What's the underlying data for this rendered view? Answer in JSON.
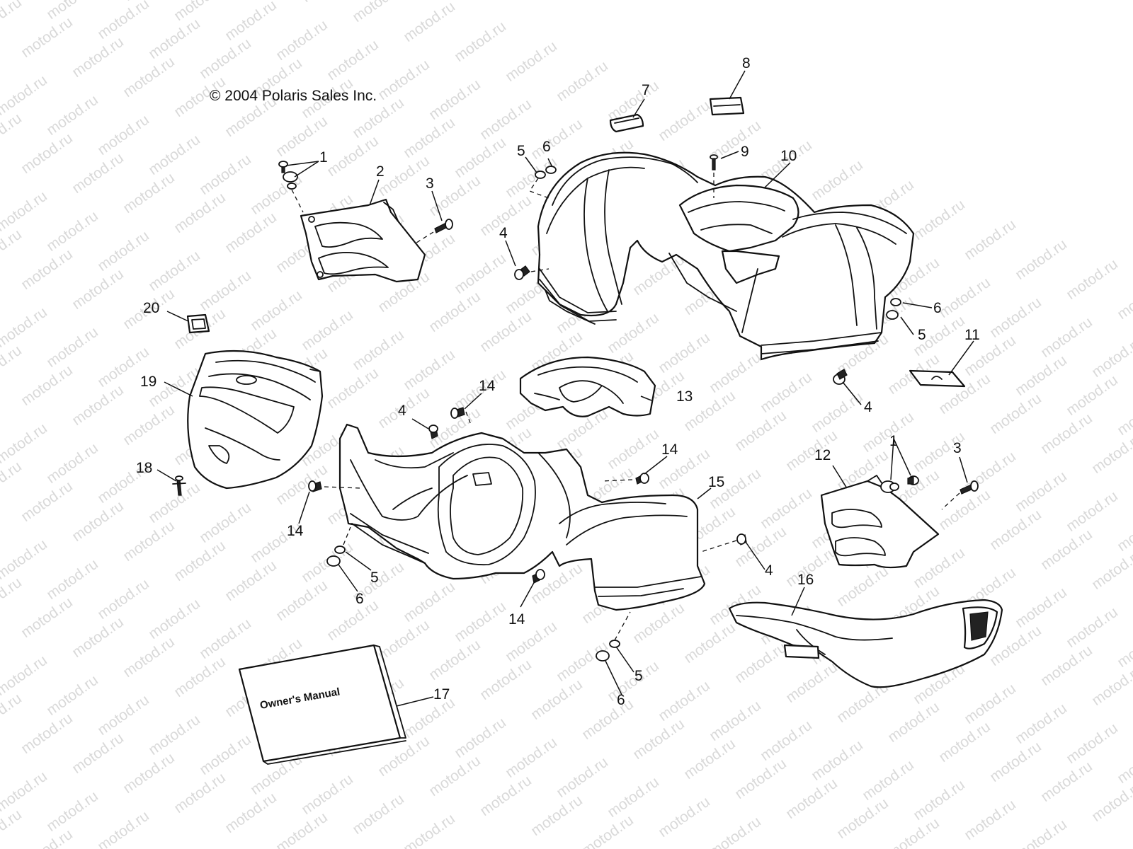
{
  "copyright": "© 2004 Polaris Sales Inc.",
  "watermark": "motod.ru",
  "manual_title": "Owner's Manual",
  "callouts": {
    "c1a": "1",
    "c2": "2",
    "c3a": "3",
    "c4a": "4",
    "c5a": "5",
    "c6a": "6",
    "c7": "7",
    "c8": "8",
    "c9": "9",
    "c10": "10",
    "c6b": "6",
    "c5b": "5",
    "c11": "11",
    "c4b": "4",
    "c20": "20",
    "c19": "19",
    "c18": "18",
    "c14a": "14",
    "c4c": "4",
    "c13": "13",
    "c14b": "14",
    "c14c": "14",
    "c5c": "5",
    "c6c": "6",
    "c14d": "14",
    "c15": "15",
    "c12": "12",
    "c1b": "1",
    "c3b": "3",
    "c4d": "4",
    "c16": "16",
    "c5d": "5",
    "c6d": "6",
    "c17": "17"
  }
}
